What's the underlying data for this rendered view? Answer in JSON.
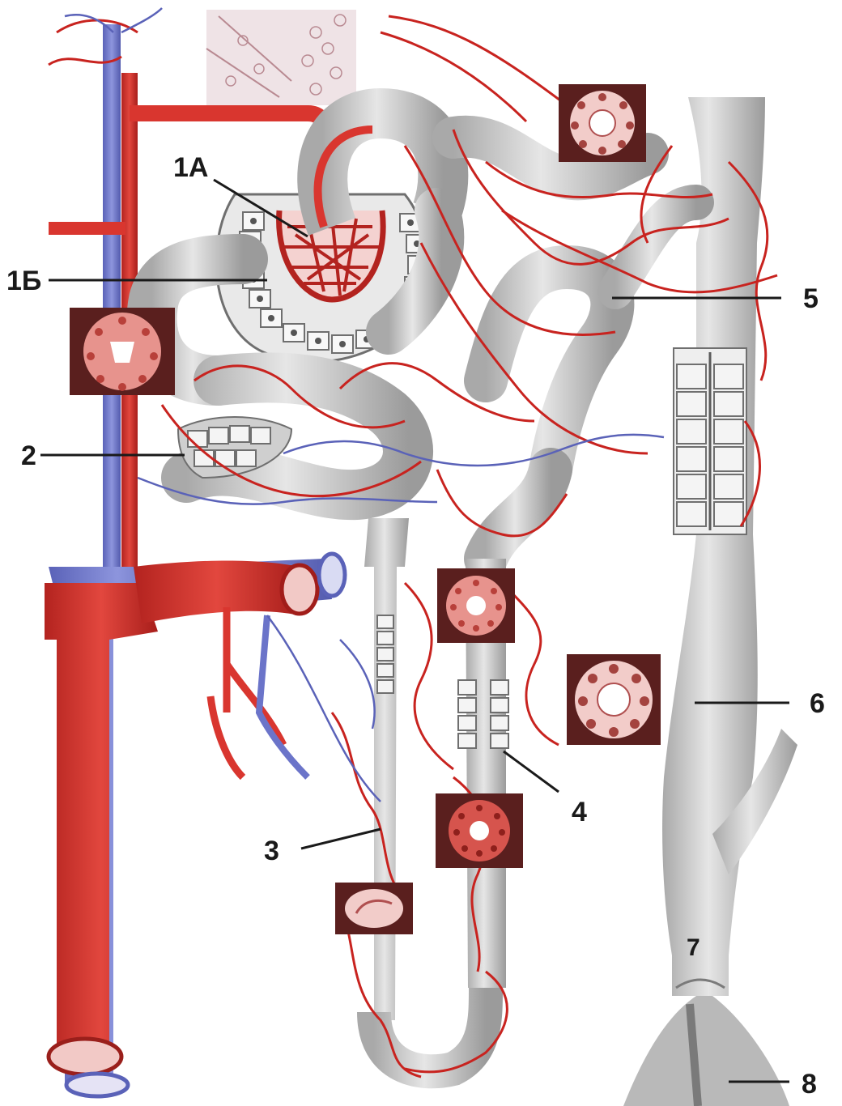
{
  "figure": {
    "colors": {
      "artery": "#d9362f",
      "artery_dark": "#a11d1a",
      "vein": "#6b74c9",
      "tubule": "#d7d7d7",
      "tubule_shadow": "#9a9a9a",
      "inset_frame": "#5a1f1e",
      "inset_fill": "#e8a6a2",
      "label": "#1a1a1a"
    },
    "labels": {
      "l1a": "1A",
      "l1b": "1Б",
      "l2": "2",
      "l3": "3",
      "l4": "4",
      "l5": "5",
      "l6": "6",
      "l7": "7",
      "l8": "8"
    }
  }
}
